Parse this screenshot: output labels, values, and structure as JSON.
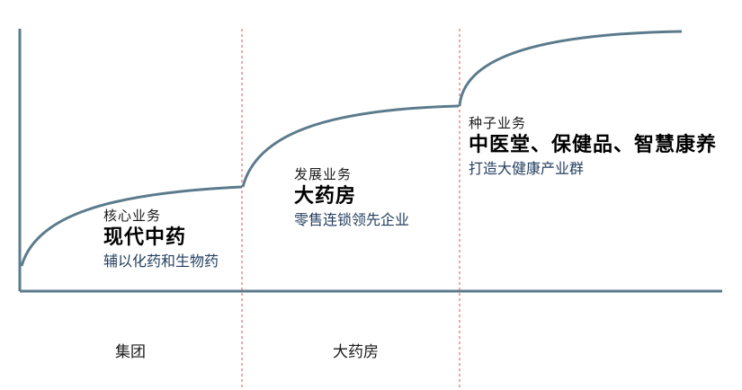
{
  "stages": [
    {
      "label": "核心业务",
      "title": "现代中药",
      "description": "辅以化药和生物药"
    },
    {
      "label": "发展业务",
      "title": "大药房",
      "description": "零售连锁领先企业"
    },
    {
      "label": "种子业务",
      "title": "中医堂、保健品、智慧康养",
      "description": "打造大健康产业群"
    }
  ],
  "periods": [
    {
      "label": "集团"
    },
    {
      "label": "大药房"
    }
  ],
  "colors": {
    "axis": "#5b7b8c",
    "curve": "#5b7b8c",
    "divider": "#d9534f",
    "description_text": "#243f60"
  }
}
